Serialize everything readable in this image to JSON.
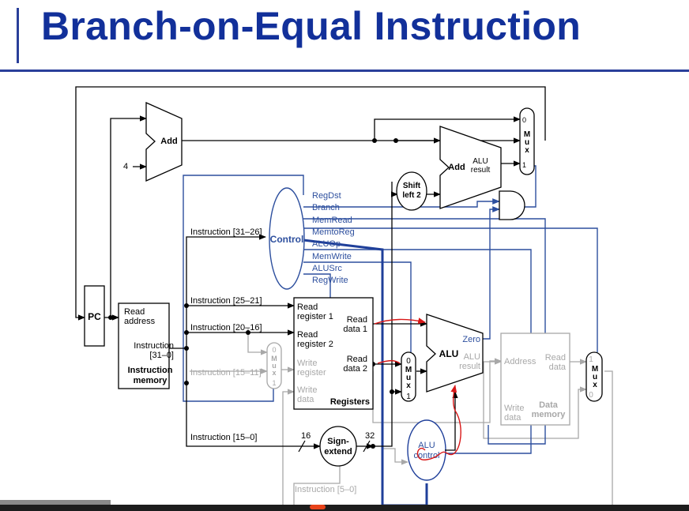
{
  "title": "Branch-on-Equal Instruction",
  "units": {
    "pc": "PC",
    "add_top": "Add",
    "four": "4",
    "add_branch": "Add",
    "alu_result_add": "ALU result",
    "shift": [
      "Shift",
      "left 2"
    ],
    "control": "Control",
    "imem_read_address": [
      "Read",
      "address"
    ],
    "imem_instruction": [
      "Instruction",
      "[31–0]"
    ],
    "imem_name": [
      "Instruction",
      "memory"
    ],
    "reg_read1": [
      "Read",
      "register 1"
    ],
    "reg_read2": [
      "Read",
      "register 2"
    ],
    "reg_write": [
      "Write",
      "register"
    ],
    "reg_writedata": [
      "Write",
      "data"
    ],
    "reg_data1": [
      "Read",
      "data 1"
    ],
    "reg_data2": [
      "Read",
      "data 2"
    ],
    "reg_name": "Registers",
    "sign_extend": [
      "Sign-",
      "extend"
    ],
    "sixteen": "16",
    "thirtytwo": "32",
    "alu": "ALU",
    "alu_zero": "Zero",
    "alu_result": [
      "ALU",
      "result"
    ],
    "alu_control": [
      "ALU",
      "control"
    ],
    "dmem_address": "Address",
    "dmem_read": [
      "Read",
      "data"
    ],
    "dmem_write": [
      "Write",
      "data"
    ],
    "dmem_name": [
      "Data",
      "memory"
    ],
    "mux_letters": [
      "M",
      "u",
      "x"
    ]
  },
  "control_signals": [
    "RegDst",
    "Branch",
    "MemRead",
    "MemtoReg",
    "ALUOp",
    "MemWrite",
    "ALUSrc",
    "RegWrite"
  ],
  "instruction_fields": {
    "f31_26": "Instruction [31–26]",
    "f25_21": "Instruction [25–21]",
    "f20_16": "Instruction [20–16]",
    "f15_11": "Instruction [15–11]",
    "f15_0": "Instruction [15–0]",
    "f5_0": "Instruction [5–0]"
  },
  "mux_inputs": {
    "pc_mux": [
      "0",
      "1"
    ],
    "reg_mux": [
      "0",
      "1"
    ],
    "alu_mux": [
      "0",
      "1"
    ],
    "mem_mux": [
      "1",
      "0"
    ]
  },
  "colors": {
    "title": "#12309a",
    "control_line": "#2d4f9e",
    "datapath": "#000000",
    "inactive": "#a8a8a8",
    "highlight": "#1f3f9a",
    "annotation": "#d81818"
  }
}
